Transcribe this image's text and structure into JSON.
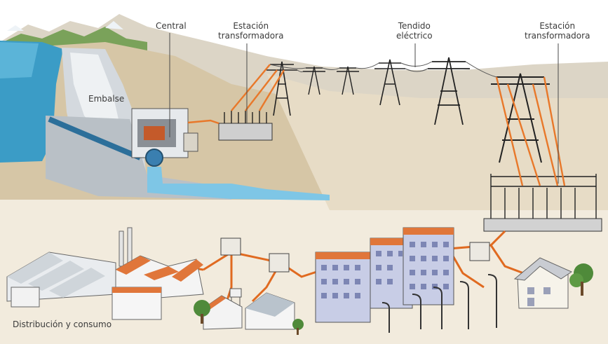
{
  "labels": {
    "central": "Central",
    "estacion_1_line1": "Estación",
    "estacion_1_line2": "transformadora",
    "tendido_line1": "Tendido",
    "tendido_line2": "eléctrico",
    "estacion_2_line1": "Estación",
    "estacion_2_line2": "transformadora",
    "embalse": "Embalse",
    "distribucion": "Distribución y consumo"
  },
  "colors": {
    "sky": "#ffffff",
    "mountain_far": "#d8d2c4",
    "hillside": "#c9b99a",
    "water": "#3a9ec7",
    "water_light": "#a9d8ea",
    "dam": "#c9cfd4",
    "dam_dark": "#9aa3ab",
    "ground": "#efe6d6",
    "cable": "#e8782a",
    "tower": "#2a2a2a",
    "roof": "#e0763a",
    "wall_light": "#f3f3f3",
    "building_blue": "#c8cde6",
    "tree": "#4f8a3a"
  }
}
